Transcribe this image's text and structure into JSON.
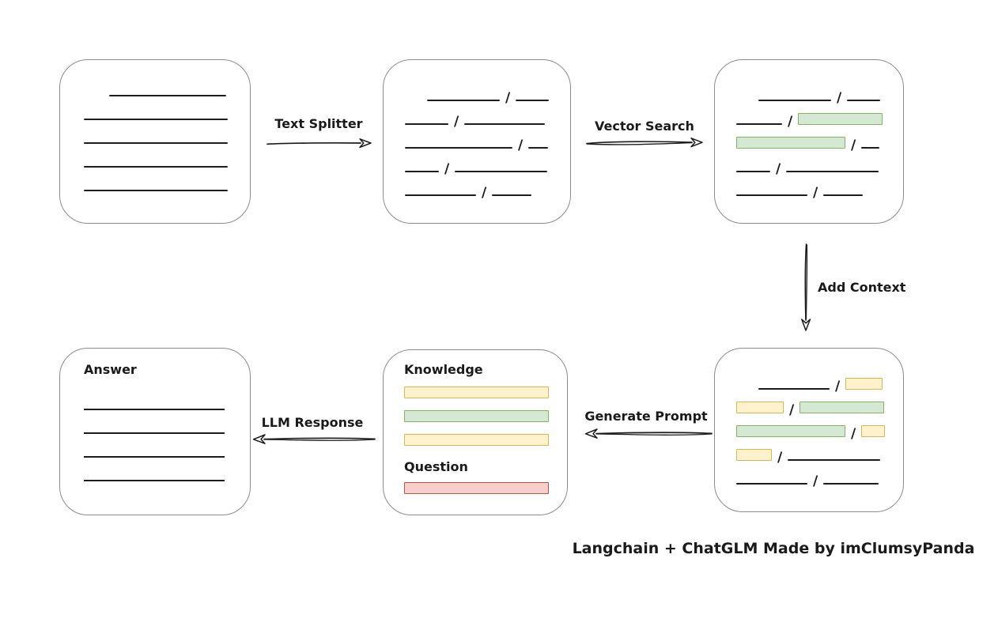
{
  "caption": "Langchain + ChatGLM Made by imClumsyPanda",
  "colors": {
    "green_fill": "#d5e8d4",
    "green_border": "#82b366",
    "yellow_fill": "#fff2cc",
    "yellow_border": "#d6b656",
    "red_fill": "#f8cecc",
    "red_border": "#b85450",
    "box_border": "#8c8c8c",
    "line_color": "#1c1c1c",
    "text_color": "#1a1a1a"
  },
  "arrows": {
    "text_splitter": {
      "label": "Text Splitter",
      "direction": "right"
    },
    "vector_search": {
      "label": "Vector Search",
      "direction": "right"
    },
    "add_context": {
      "label": "Add Context",
      "direction": "down"
    },
    "generate_prompt": {
      "label": "Generate Prompt",
      "direction": "left"
    },
    "llm_response": {
      "label": "LLM Response",
      "direction": "left"
    }
  },
  "panels": {
    "document": {
      "lines": [
        {
          "indent": 32,
          "segs": [
            {
              "k": "line",
              "w": 148
            }
          ]
        },
        {
          "indent": 0,
          "segs": [
            {
              "k": "line",
              "w": 182
            }
          ]
        },
        {
          "indent": 0,
          "segs": [
            {
              "k": "line",
              "w": 182
            }
          ]
        },
        {
          "indent": 0,
          "segs": [
            {
              "k": "line",
              "w": 182
            }
          ]
        },
        {
          "indent": 0,
          "segs": [
            {
              "k": "line",
              "w": 182
            }
          ]
        }
      ]
    },
    "chunks": {
      "lines": [
        {
          "indent": 28,
          "segs": [
            {
              "k": "line",
              "w": 92
            },
            {
              "k": "slash"
            },
            {
              "k": "line",
              "w": 42
            }
          ]
        },
        {
          "indent": 0,
          "segs": [
            {
              "k": "line",
              "w": 55
            },
            {
              "k": "slash"
            },
            {
              "k": "line",
              "w": 102
            }
          ]
        },
        {
          "indent": 0,
          "segs": [
            {
              "k": "line",
              "w": 136
            },
            {
              "k": "slash"
            },
            {
              "k": "line",
              "w": 25
            }
          ]
        },
        {
          "indent": 0,
          "segs": [
            {
              "k": "line",
              "w": 43
            },
            {
              "k": "slash"
            },
            {
              "k": "line",
              "w": 117
            }
          ]
        },
        {
          "indent": 0,
          "segs": [
            {
              "k": "line",
              "w": 90
            },
            {
              "k": "slash"
            },
            {
              "k": "line",
              "w": 50
            }
          ]
        }
      ]
    },
    "search_result": {
      "lines": [
        {
          "indent": 28,
          "segs": [
            {
              "k": "line",
              "w": 92
            },
            {
              "k": "slash"
            },
            {
              "k": "line",
              "w": 42
            }
          ]
        },
        {
          "indent": 0,
          "segs": [
            {
              "k": "line",
              "w": 58
            },
            {
              "k": "slash"
            },
            {
              "k": "chunk-green",
              "w": 107
            }
          ]
        },
        {
          "indent": 0,
          "segs": [
            {
              "k": "chunk-green",
              "w": 138
            },
            {
              "k": "slash"
            },
            {
              "k": "line",
              "w": 23
            }
          ]
        },
        {
          "indent": 0,
          "segs": [
            {
              "k": "line",
              "w": 43
            },
            {
              "k": "slash"
            },
            {
              "k": "line",
              "w": 117
            }
          ]
        },
        {
          "indent": 0,
          "segs": [
            {
              "k": "line",
              "w": 90
            },
            {
              "k": "slash"
            },
            {
              "k": "line",
              "w": 50
            }
          ]
        }
      ]
    },
    "context": {
      "lines": [
        {
          "indent": 28,
          "segs": [
            {
              "k": "line",
              "w": 90
            },
            {
              "k": "slash"
            },
            {
              "k": "chunk-yellow",
              "w": 47
            }
          ]
        },
        {
          "indent": 0,
          "segs": [
            {
              "k": "chunk-yellow",
              "w": 60
            },
            {
              "k": "slash"
            },
            {
              "k": "chunk-green",
              "w": 107
            }
          ]
        },
        {
          "indent": 0,
          "segs": [
            {
              "k": "chunk-green",
              "w": 138
            },
            {
              "k": "slash"
            },
            {
              "k": "chunk-yellow",
              "w": 30
            }
          ]
        },
        {
          "indent": 0,
          "segs": [
            {
              "k": "chunk-yellow",
              "w": 45
            },
            {
              "k": "slash"
            },
            {
              "k": "line",
              "w": 117
            }
          ]
        },
        {
          "indent": 0,
          "segs": [
            {
              "k": "line",
              "w": 90
            },
            {
              "k": "slash"
            },
            {
              "k": "line",
              "w": 70
            }
          ]
        }
      ]
    },
    "prompt": {
      "knowledge_label": "Knowledge",
      "question_label": "Question",
      "knowledge_bars": [
        "yellow",
        "green",
        "yellow"
      ],
      "question_bars": [
        "red"
      ]
    },
    "answer": {
      "label": "Answer",
      "line_count": 4
    }
  }
}
